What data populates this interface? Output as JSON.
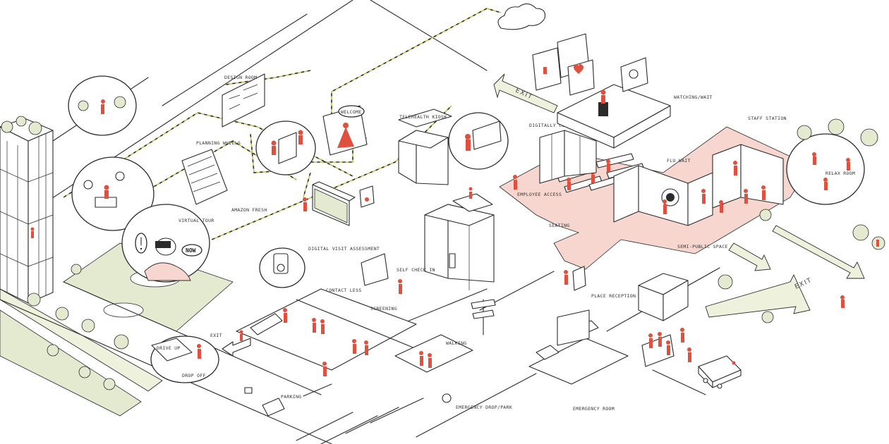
{
  "colors": {
    "people": "#e0503f",
    "public_zone": "#f7d6cf",
    "lawn": "#e3ead0",
    "exit_arrow": "#eef1dc",
    "connection_dash": "#c8c04a"
  },
  "labels": {
    "design_room": "DESIGN ROOM",
    "welcome": "WELCOME",
    "planning_wheels": "PLANNING WHEELS",
    "telehealth_kiosk": "TELEHEALTH KIOSK",
    "exit_top": "EXIT",
    "watching_wait": "WATCHING/WAIT",
    "digitally_connected_rooms": "DIGITALLY CONNECTED ROOMS",
    "employee_access": "EMPLOYEE ACCESS",
    "flu_wait": "FLU WAIT",
    "staff_station": "STAFF STATION",
    "relax_room": "RELAX ROOM",
    "semi_public_space": "SEMI-PUBLIC SPACE",
    "seating": "SEATING",
    "virtual_tour": "VIRTUAL TOUR",
    "now": "NOW",
    "amazon_fresh": "AMAZON FRESH",
    "digital_visit_assessment": "DIGITAL VISIT ASSESSMENT",
    "self_check_in": "SELF CHECK IN",
    "contact_less": "CONTACT LESS",
    "screening": "SCREENING",
    "walking": "WALKING",
    "drop_off": "DROP OFF",
    "drive_up": "DRIVE UP",
    "exit_left": "EXIT",
    "parking": "PARKING",
    "emergency_drop_off": "EMERGENCY DROP/PARK",
    "emergency_room": "EMERGENCY ROOM",
    "place_reception": "PLACE RECEPTION",
    "exit_right": "EXIT"
  },
  "icons": {
    "cloud": "cloud-icon",
    "exclamation": "exclamation-icon",
    "heart": "heart-icon",
    "ambulance": "ambulance-icon"
  }
}
